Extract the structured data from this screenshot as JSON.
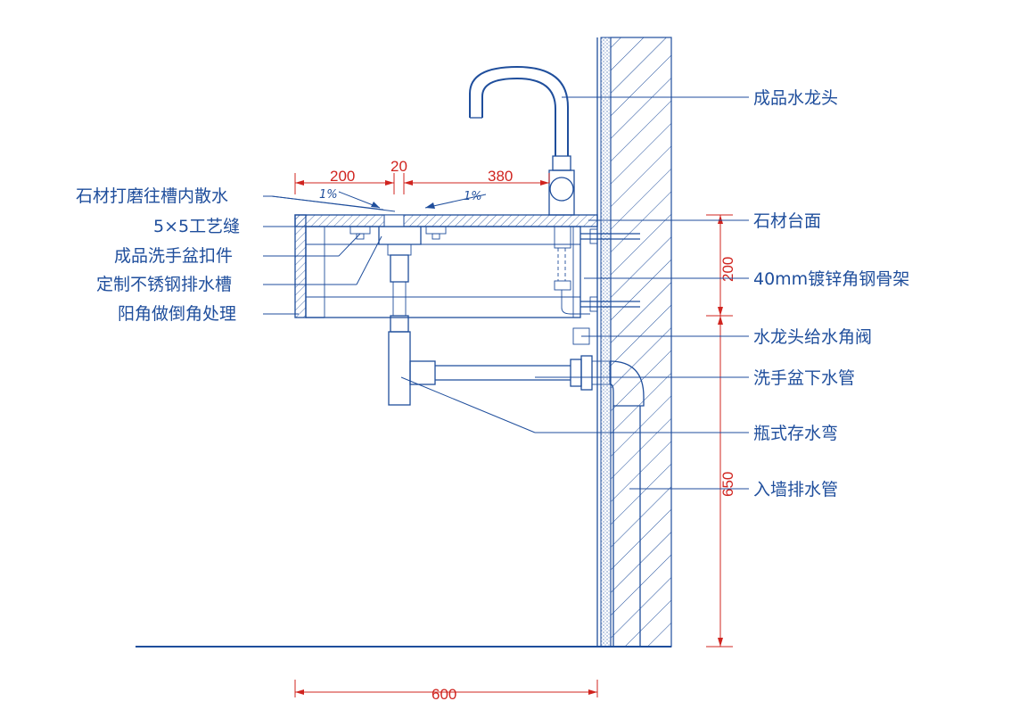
{
  "labels": {
    "faucet": "成品水龙头",
    "stone_top": "石材台面",
    "steel_frame": "40mm镀锌角钢骨架",
    "angle_valve": "水龙头给水角阀",
    "drain_pipe": "洗手盆下水管",
    "bottle_trap": "瓶式存水弯",
    "wall_drain": "入墙排水管",
    "groove": "石材打磨往槽内散水",
    "craft_seam": "5×5工艺缝",
    "basin_clip": "成品洗手盆扣件",
    "steel_trough": "定制不锈钢排水槽",
    "corner": "阳角做倒角处理"
  },
  "dimensions": {
    "d200_left": "200",
    "d20": "20",
    "d380": "380",
    "d200_right": "200",
    "d650": "650",
    "d600": "600"
  },
  "slopes": {
    "left": "1%",
    "right": "1%"
  },
  "colors": {
    "line": "#1f4e9c",
    "dimension": "#d0241f"
  }
}
